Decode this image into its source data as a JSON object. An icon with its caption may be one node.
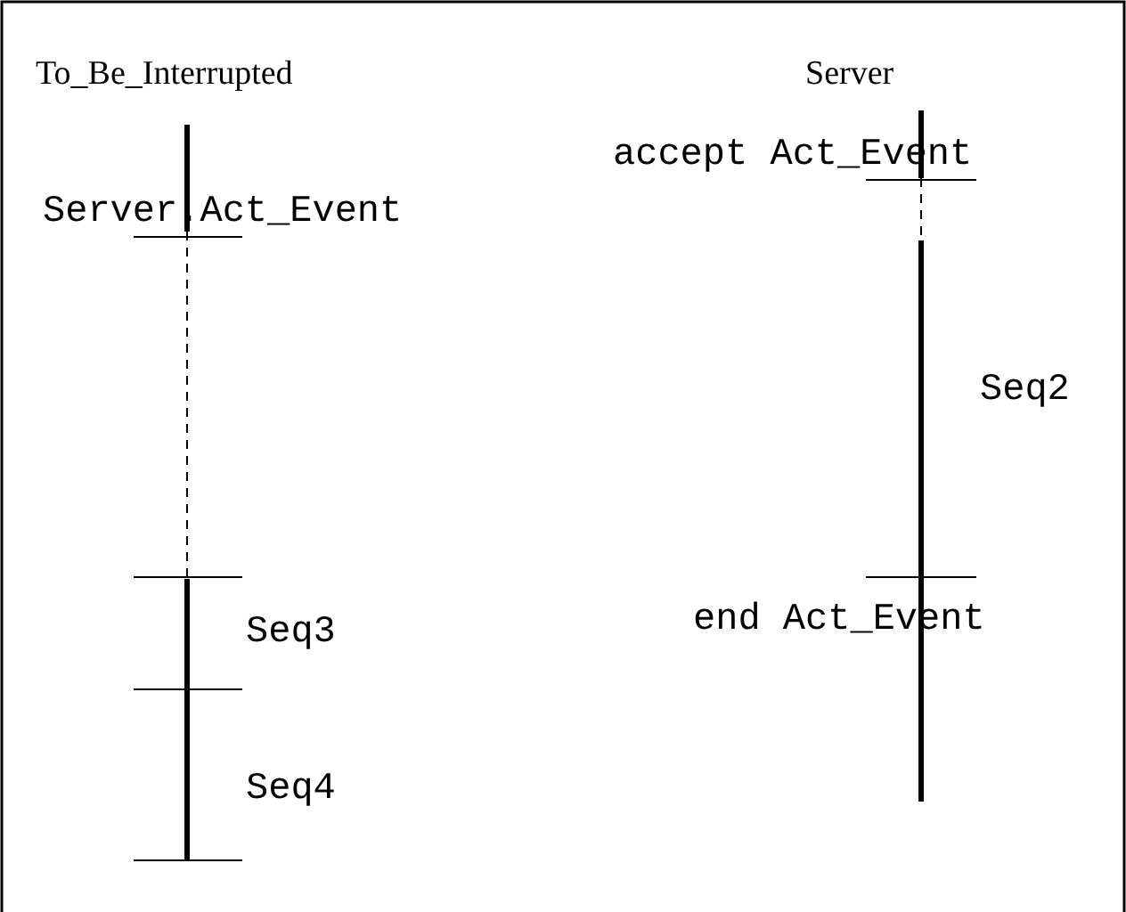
{
  "diagram": {
    "labels": [
      "To_Be_Interrupted",
      "Server",
      "accept Act_Event",
      "Server.Act_Event",
      "Seq2",
      "end Act_Event",
      "Seq3",
      "Seq4"
    ]
  }
}
